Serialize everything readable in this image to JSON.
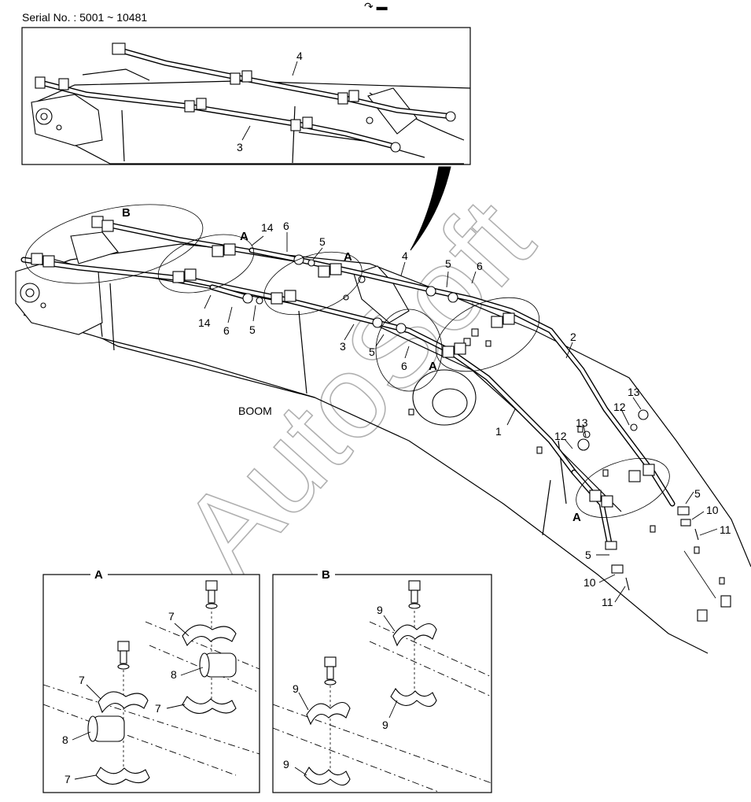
{
  "header": {
    "serial_label": "Serial No. : 5001 ~ 10481",
    "corner_mark": "↷ ▬"
  },
  "watermark": {
    "text": "AutoSoft"
  },
  "main": {
    "boom_label": "BOOM",
    "view_labels": {
      "B": "B",
      "A_left": "A",
      "A_mid": "A",
      "A_hole": "A",
      "A_bottom": "A"
    },
    "callouts": {
      "c1": "1",
      "c2": "2",
      "c3": "3",
      "c4": "4",
      "c5a": "5",
      "c5b": "5",
      "c5c": "5",
      "c5d": "5",
      "c5e": "5",
      "c6a": "6",
      "c6b": "6",
      "c6c": "6",
      "c6d": "6",
      "c10a": "10",
      "c10b": "10",
      "c11a": "11",
      "c11b": "11",
      "c12a": "12",
      "c12b": "12",
      "c13a": "13",
      "c13b": "13",
      "c14a": "14",
      "c14b": "14"
    }
  },
  "inset_top": {
    "callouts": {
      "c3": "3",
      "c4": "4"
    }
  },
  "detail_a": {
    "title": "A",
    "callouts": {
      "c7a": "7",
      "c7b": "7",
      "c7c": "7",
      "c7d": "7",
      "c8a": "8",
      "c8b": "8"
    }
  },
  "detail_b": {
    "title": "B",
    "callouts": {
      "c9a": "9",
      "c9b": "9",
      "c9c": "9",
      "c9d": "9"
    }
  }
}
